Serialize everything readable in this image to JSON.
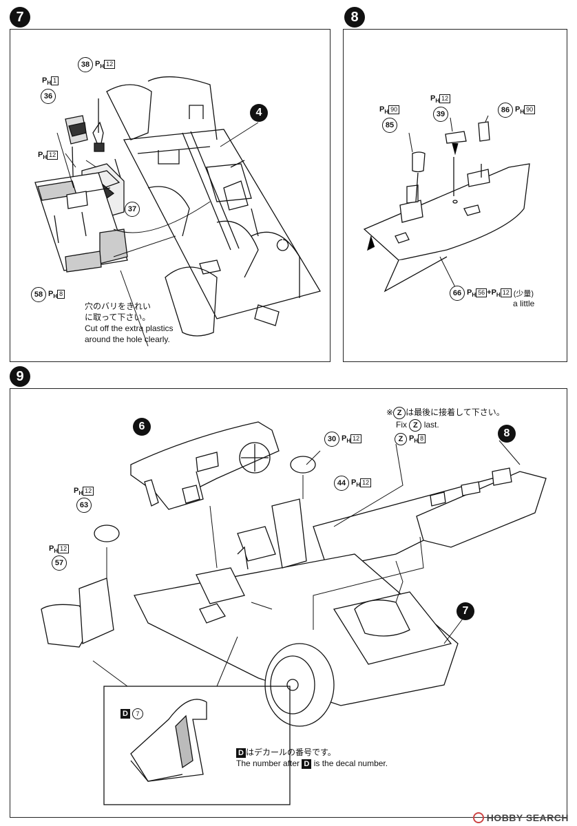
{
  "steps": [
    {
      "number": "7"
    },
    {
      "number": "8"
    },
    {
      "number": "9"
    }
  ],
  "sub_assemblies": {
    "s7_ref4": "4",
    "s9_ref6": "6",
    "s9_ref8": "8",
    "s9_ref7": "7"
  },
  "paint_prefix": "P",
  "paint_sub": "H",
  "step7": {
    "parts": [
      {
        "num": "38",
        "code": "12"
      },
      {
        "num": "36",
        "code": "1"
      },
      {
        "num": "37",
        "code": ""
      },
      {
        "num": "58",
        "code": "8"
      }
    ],
    "paint_12_label": "12",
    "note_jp_1": "穴のバリをきれい",
    "note_jp_2": "に取って下さい。",
    "note_en_1": "Cut off the extra plastics",
    "note_en_2": "around the hole clearly."
  },
  "step8": {
    "parts": [
      {
        "num": "39",
        "code": "12"
      },
      {
        "num": "85",
        "code": "90"
      },
      {
        "num": "86",
        "code": "90"
      },
      {
        "num": "66",
        "code": "56"
      }
    ],
    "part66_extra_code": "12",
    "part66_plus": "+",
    "part66_jp": "(少量)",
    "part66_en": "a little"
  },
  "step9": {
    "parts": [
      {
        "num": "30",
        "code": "12"
      },
      {
        "num": "44",
        "code": "12"
      },
      {
        "num": "63",
        "code": "12"
      },
      {
        "num": "57",
        "code": "12"
      }
    ],
    "z_label": "Z",
    "z_code": "8",
    "z_note_jp_prefix": "※",
    "z_note_jp_suffix": "は最後に接着して下さい。",
    "z_note_en_prefix": "Fix",
    "z_note_en_suffix": "last.",
    "decal_tag": "D",
    "decal_num": "7",
    "decal_note_jp": "はデカールの番号です。",
    "decal_note_en_prefix": "The number after",
    "decal_note_en_suffix": "is the decal number."
  },
  "watermark": "HOBBY SEARCH"
}
